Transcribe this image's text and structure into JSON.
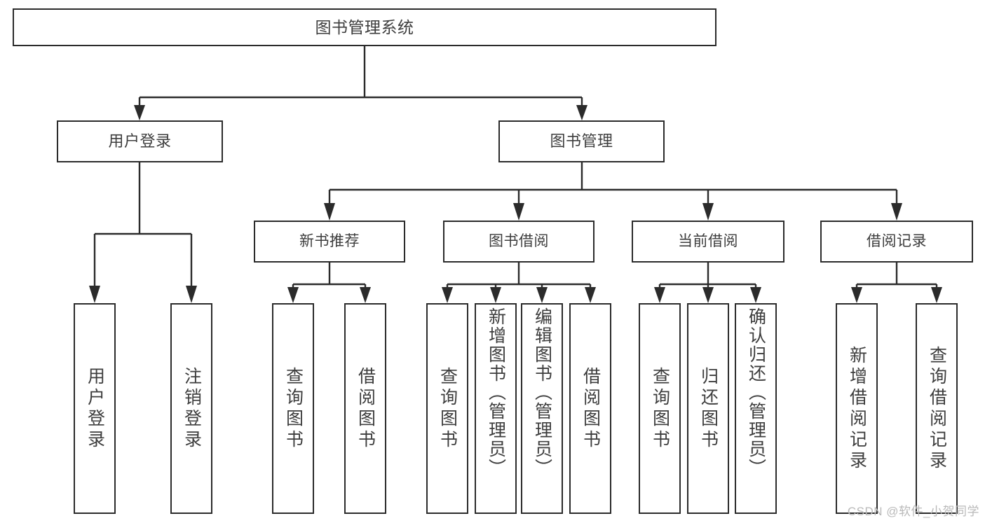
{
  "diagram": {
    "type": "tree",
    "title": "图书管理系统",
    "watermark": "CSDN @软件_小贺同学",
    "colors": {
      "stroke": "#2b2b2b",
      "box_fill": "#ffffff",
      "text": "#3d3d3d",
      "watermark": "#b9b9b9",
      "background": "#ffffff"
    },
    "root": {
      "label": "图书管理系统"
    },
    "level2": [
      {
        "label": "用户登录"
      },
      {
        "label": "图书管理"
      }
    ],
    "level3": [
      {
        "label": "新书推荐"
      },
      {
        "label": "图书借阅"
      },
      {
        "label": "当前借阅"
      },
      {
        "label": "借阅记录"
      }
    ],
    "leaves": {
      "user_login": [
        {
          "label": "用户登录"
        },
        {
          "label": "注销登录"
        }
      ],
      "new_book_recommend": [
        {
          "label": "查询图书"
        },
        {
          "label": "借阅图书"
        }
      ],
      "book_borrow": [
        {
          "label": "查询图书"
        },
        {
          "label": "新增图书（管理员）"
        },
        {
          "label": "编辑图书（管理员）"
        },
        {
          "label": "借阅图书"
        }
      ],
      "current_borrow": [
        {
          "label": "查询图书"
        },
        {
          "label": "归还图书"
        },
        {
          "label": "确认归还（管理员）"
        }
      ],
      "borrow_record": [
        {
          "label": "新增借阅记录"
        },
        {
          "label": "查询借阅记录"
        }
      ]
    }
  }
}
